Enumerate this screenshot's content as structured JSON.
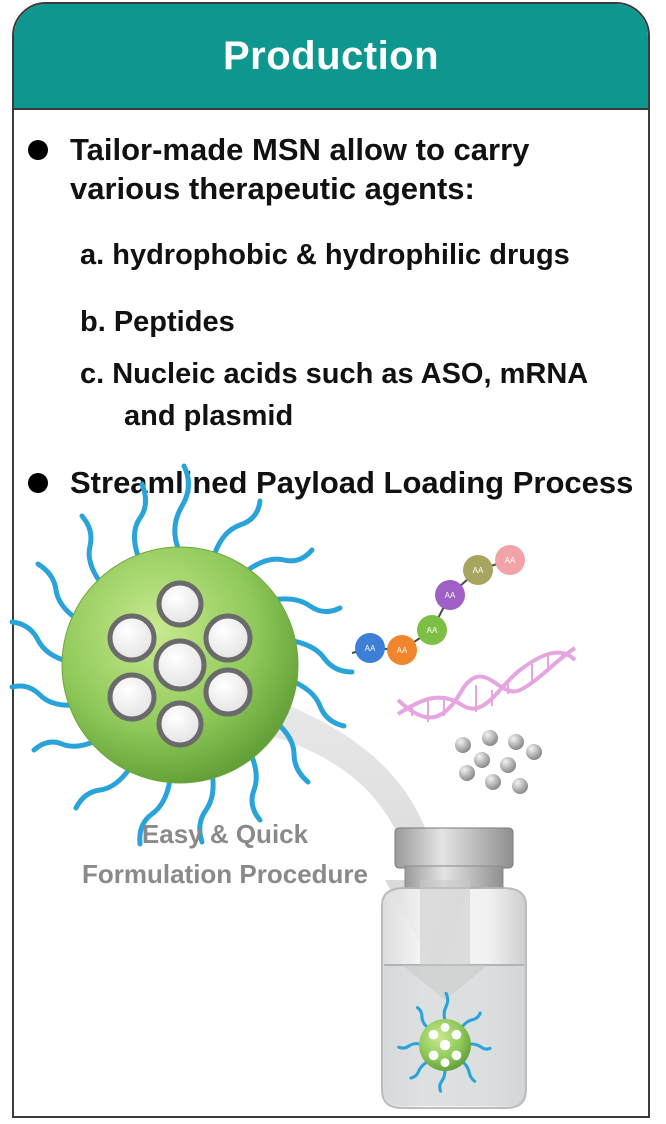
{
  "header": {
    "title": "Production"
  },
  "bullets": [
    {
      "lines": [
        "Tailor-made MSN allow to carry",
        "various therapeutic agents:"
      ]
    },
    {
      "lines": [
        "Streamlined Payload Loading Process"
      ]
    }
  ],
  "sub_items": [
    {
      "label": "a. hydrophobic & hydrophilic drugs"
    },
    {
      "label": "b. Peptides"
    },
    {
      "label": "c. Nucleic acids such as ASO, mRNA"
    },
    {
      "label": "and plasmid"
    }
  ],
  "peptide": {
    "beads": [
      "AA",
      "AA",
      "AA",
      "AA",
      "AA",
      "AA"
    ]
  },
  "caption": {
    "line1": "Easy & Quick",
    "line2": "Formulation Procedure"
  },
  "colors": {
    "header": "#0e978f",
    "nanoparticle": "#8fc95a",
    "ligand": "#29a3d9",
    "dna": "#e6a5e0",
    "arrow": "#d9d9d9",
    "caption": "#8a8a8a"
  }
}
